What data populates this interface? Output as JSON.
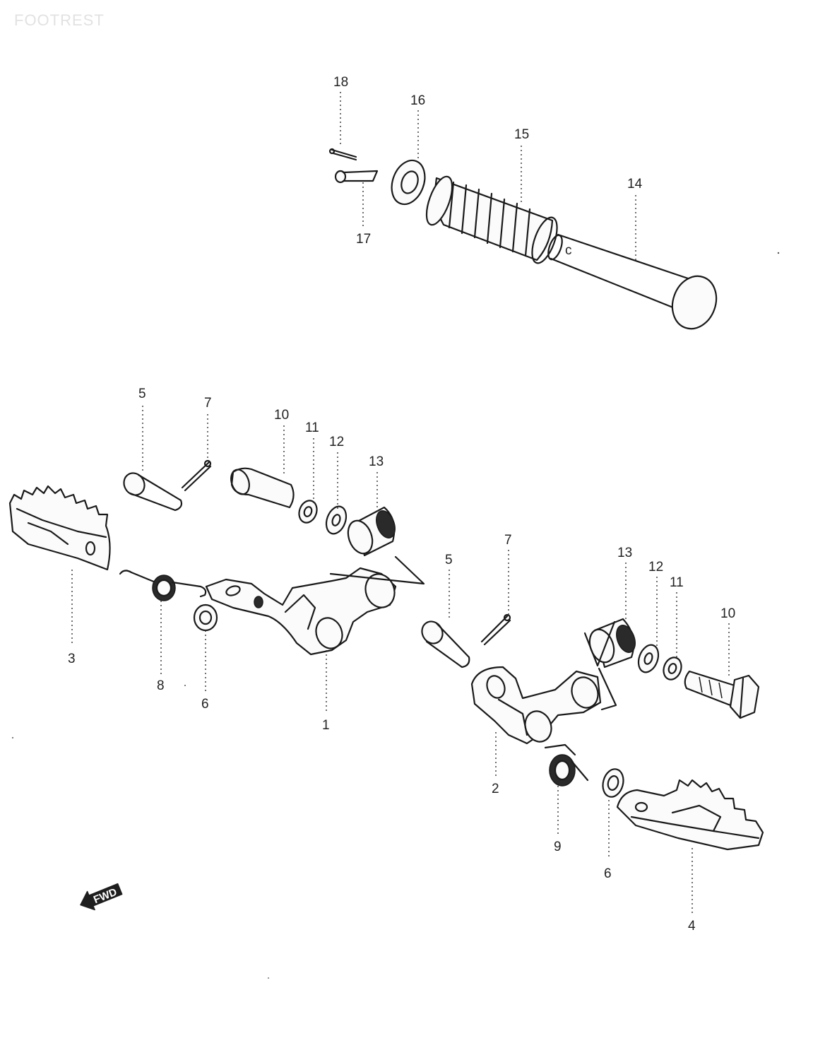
{
  "header": {
    "title": "FOOTREST"
  },
  "fwd_arrow": {
    "label": "FWD"
  },
  "callouts": [
    {
      "id": "18",
      "text": "18"
    },
    {
      "id": "16",
      "text": "16"
    },
    {
      "id": "15",
      "text": "15"
    },
    {
      "id": "14",
      "text": "14"
    },
    {
      "id": "17",
      "text": "17"
    },
    {
      "id": "5a",
      "text": "5"
    },
    {
      "id": "7a",
      "text": "7"
    },
    {
      "id": "10a",
      "text": "10"
    },
    {
      "id": "11a",
      "text": "11"
    },
    {
      "id": "12a",
      "text": "12"
    },
    {
      "id": "13a",
      "text": "13"
    },
    {
      "id": "3",
      "text": "3"
    },
    {
      "id": "8",
      "text": "8"
    },
    {
      "id": "6a",
      "text": "6"
    },
    {
      "id": "1",
      "text": "1"
    },
    {
      "id": "5b",
      "text": "5"
    },
    {
      "id": "7b",
      "text": "7"
    },
    {
      "id": "13b",
      "text": "13"
    },
    {
      "id": "12b",
      "text": "12"
    },
    {
      "id": "11b",
      "text": "11"
    },
    {
      "id": "10b",
      "text": "10"
    },
    {
      "id": "2",
      "text": "2"
    },
    {
      "id": "9",
      "text": "9"
    },
    {
      "id": "6b",
      "text": "6"
    },
    {
      "id": "4",
      "text": "4"
    }
  ]
}
